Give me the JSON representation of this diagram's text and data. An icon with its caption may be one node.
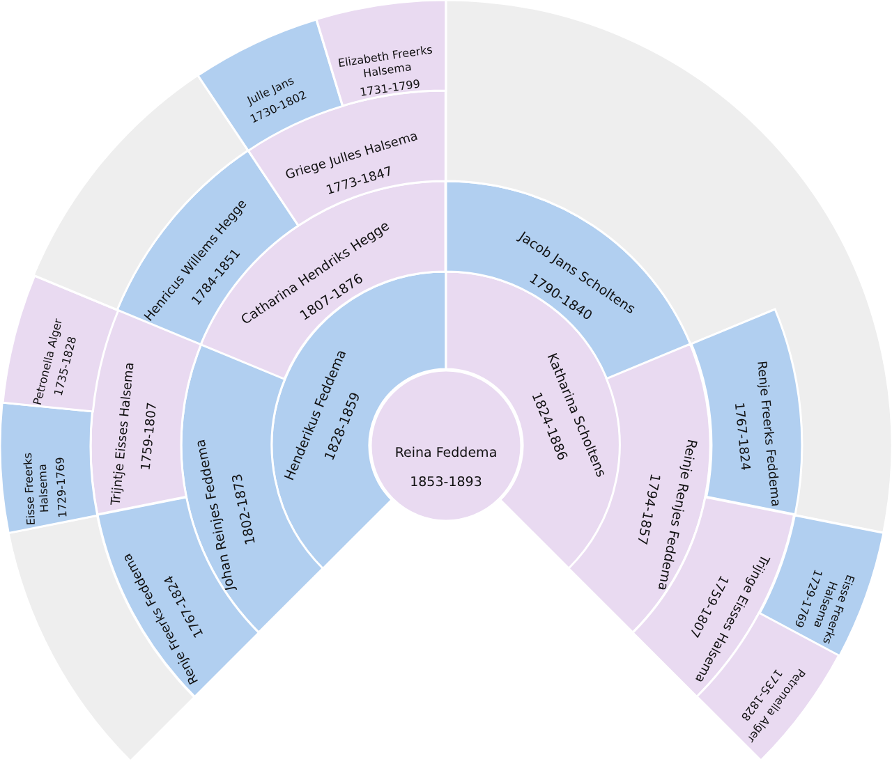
{
  "diagram": {
    "nodes": [
      {
        "text": [
          "Reina Feddema",
          "1853-1893"
        ]
      },
      {
        "text": [
          "Henderikus Feddema",
          "1828-1859"
        ]
      },
      {
        "text": [
          "Katharina Scholtens",
          "1824-1886"
        ]
      },
      {
        "text": [
          "Johan Reinjes Feddema",
          "1802-1873"
        ]
      },
      {
        "text": [
          "Catharina Hendriks Hegge",
          "1807-1876"
        ]
      },
      {
        "text": [
          "Jacob Jans Scholtens",
          "1790-1840"
        ]
      },
      {
        "text": [
          "Reinje Renjes Feddema",
          "1794-1857"
        ]
      },
      {
        "text": [
          "Renje Freerks Feddema",
          "1767-1824"
        ]
      },
      {
        "text": [
          "Trijntje Eisses Halsema",
          "1759-1807"
        ]
      },
      {
        "text": [
          "Henricus Willems Hegge",
          "1784-1851"
        ]
      },
      {
        "text": [
          "Griege Julles Halsema",
          "1773-1847"
        ]
      },
      {
        "text": [],
        "shape": "band"
      },
      {
        "text": [
          "Renje Freerks Feddema",
          "1767-1824"
        ]
      },
      {
        "text": [
          "Trijnge Eisses Halsema",
          "1759-1807"
        ]
      },
      {
        "text": [],
        "shape": "band"
      },
      {
        "text": [
          "Eisse Freerks Halsema",
          "1729-1769"
        ]
      },
      {
        "text": [
          "Petronella Alger",
          "1735-1828"
        ]
      },
      {
        "text": [],
        "shape": "band"
      },
      {
        "text": [
          "Julle Jans",
          "1730-1802"
        ]
      },
      {
        "text": [
          "Elizabeth Freerks Halsema",
          "1731-1799"
        ]
      },
      {
        "text": [
          "Eisse Freerks Halsema",
          "1729-1769"
        ]
      },
      {
        "text": [
          "Petronella Alger",
          "1735-1828"
        ]
      }
    ]
  }
}
